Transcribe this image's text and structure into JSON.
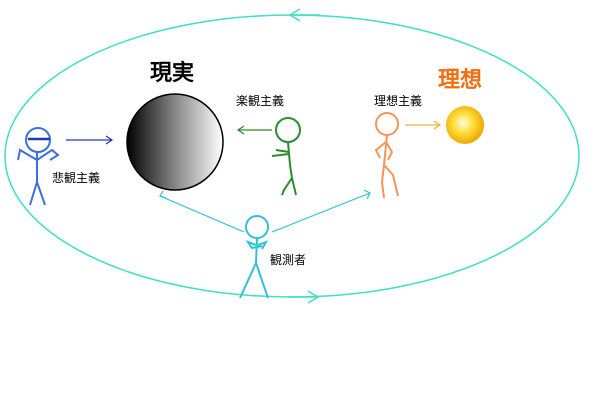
{
  "labels": {
    "reality": "現実",
    "ideal": "理想",
    "pessimism": "悲観主義",
    "optimism": "楽観主義",
    "idealism": "理想主義",
    "observer": "観測者"
  },
  "colors": {
    "orbit": "#40e0c0",
    "pessimist": "#3b6fe0",
    "pessimist_arrow": "#2233cc",
    "optimist": "#2e8b2e",
    "idealist": "#f4955a",
    "idealist_arrow": "#f0b040",
    "observer": "#30c0d8",
    "sun": "#ffd21a",
    "ideal_text": "#f07010"
  },
  "icons": {
    "reality": "dark-gradient-sphere",
    "ideal": "glowing-sun",
    "people": "stick-figure"
  }
}
